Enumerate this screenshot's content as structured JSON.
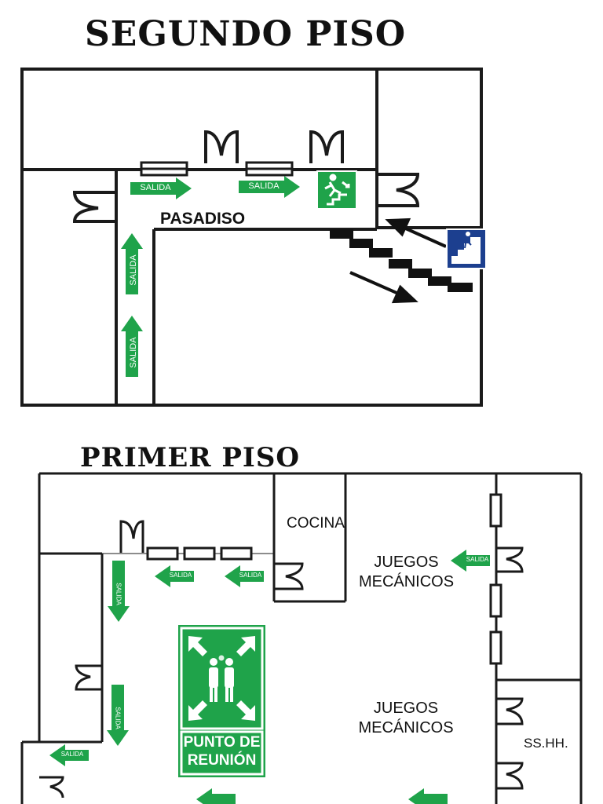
{
  "floors": {
    "second": {
      "title": "SEGUNDO PISO",
      "corridor_label": "PASADISO",
      "exit_label": "SALIDA"
    },
    "first": {
      "title": "PRIMER PISO",
      "kitchen": "COCINA",
      "games_top": [
        "JUEGOS",
        "MECÁNICOS"
      ],
      "games_mid": [
        "JUEGOS",
        "MECÁNICOS"
      ],
      "restroom": "SS.HH.",
      "exit_label": "SALIDA",
      "meeting_point": [
        "PUNTO DE",
        "REUNIÓN"
      ]
    }
  },
  "icons": {
    "emergency_exit": "running-person-stairs-icon",
    "stairs_sign": "stairs-person-icon",
    "meeting_point": "assembly-point-icon"
  },
  "colors": {
    "exit_green": "#1fa34a",
    "sign_blue": "#1c3f8f",
    "wall": "#1a1a1a"
  }
}
